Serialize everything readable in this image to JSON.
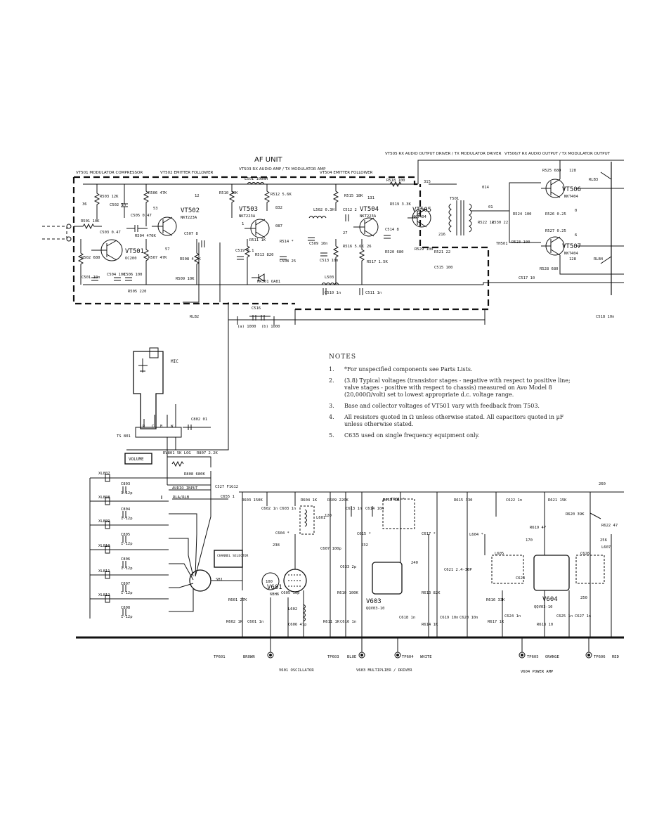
{
  "unit": {
    "title": "AF UNIT",
    "vt501_heading": "VT501 MODULATOR COMPRESSOR",
    "vt502_heading": "VT502 EMITTER FOLLOWER",
    "vt503_heading": "VT503  RX AUDIO AMP / TX MODULATOR AMP",
    "vt504_heading": "VT504 EMITTER FOLLOWER",
    "vt505_heading": "VT505  RX AUDIO OUTPUT DRIVER / TX MODULATOR DRIVER",
    "vt5067_heading": "VT506/7  RX AUDIO OUTPUT / TX MODULATOR OUTPUT"
  },
  "transistors": [
    {
      "ref": "VT501",
      "type": "OC200"
    },
    {
      "ref": "VT502",
      "type": "NKT223A"
    },
    {
      "ref": "VT503",
      "type": "NKT223A"
    },
    {
      "ref": "VT504",
      "type": "NKT223A"
    },
    {
      "ref": "VT505",
      "type": "NKT404"
    },
    {
      "ref": "VT506",
      "type": "NKT404"
    },
    {
      "ref": "VT507",
      "type": "NKT404"
    }
  ],
  "af_parts": [
    "R503 12K",
    "C502 1n",
    "R501 10K",
    "C503 0.47",
    "R502 680",
    "C501 10n",
    "R506 47K",
    "C505 0.47",
    "R504 470K",
    "R507 47K",
    "C504 100",
    "C506 100",
    "R505 220",
    "R509 10K",
    "R508 4.7K",
    "C507 8",
    "R510 10K",
    "L501 100mH",
    "R512 5.6K",
    "R511 1K",
    "R514 *",
    "R513 820",
    "C508 25",
    "C519 0.1",
    "MR501 OA81",
    "L502 0.3H",
    "C509 10n",
    "C513 10n",
    "C512 2",
    "R515 18K",
    "R516 5.6K",
    "R517 1.5K",
    "R518 100",
    "R519 3.3K",
    "C514 8",
    "R520 680",
    "R529 100",
    "R521 22",
    "C515 100",
    "T501",
    "R522 12",
    "R530 22",
    "TH501",
    "R523 100",
    "R524 100",
    "R525 680",
    "R526 0.25",
    "R527 0.25",
    "R528 680",
    "C517 10",
    "C518 10n",
    "L503",
    "C510 1n",
    "C511 1n",
    "C516",
    "RLB3",
    "RLB4",
    "RLB2"
  ],
  "test_voltages": [
    "36",
    "53",
    "57",
    "12",
    "1",
    "832",
    "087",
    "131",
    "27",
    "26",
    "315",
    "014",
    "01",
    "216",
    "128",
    "0",
    "6",
    "128",
    "260",
    "238",
    "120",
    "232",
    "240",
    "170",
    "256",
    "250",
    "100"
  ],
  "mic": {
    "label": "MIC",
    "ts": "TS 801",
    "volume": "VOLUME",
    "pins": [
      "R",
      "C",
      "B",
      "W"
    ]
  },
  "audio_input": {
    "c802": "C802 01",
    "rv801": "RV801 5K LOG",
    "r807": "R807 2.2K",
    "r808": "R808 680K",
    "label": "AUDIO INPUT",
    "rla": "RLA/RLB",
    "c327": "C327 F1G12",
    "c516a": "(a) 1000",
    "c516b": "(b) 1000"
  },
  "crystals": [
    {
      "xl": "XL807",
      "c": "C803",
      "v": "1-12p"
    },
    {
      "xl": "XL808",
      "c": "C804",
      "v": "1-12p"
    },
    {
      "xl": "XL809",
      "c": "C805",
      "v": "1-12p"
    },
    {
      "xl": "XL810",
      "c": "C806",
      "v": "1-12p"
    },
    {
      "xl": "XL811",
      "c": "C807",
      "v": "1-12p"
    },
    {
      "xl": "XL812",
      "c": "C808",
      "v": "1-12p"
    }
  ],
  "channel_selector": {
    "label": "CHANNEL SELECTOR",
    "switch": "SB1"
  },
  "valves": [
    {
      "ref": "V601",
      "type": "6BH6"
    },
    {
      "ref": "V603",
      "type": "QQV03-10"
    },
    {
      "ref": "V604",
      "type": "QQV03-10"
    }
  ],
  "rf_parts": [
    "C655 1",
    "R603 150K",
    "C602 1n",
    "C603 1n",
    "R604 1K",
    "C604 *",
    "L601",
    "R601 27K",
    "C605 10p",
    "R602 1K",
    "C601 1n",
    "C606 47p",
    "L602",
    "C607 100p",
    "R609 220K",
    "C613 1n",
    "C614 10n",
    "R612 1K",
    "T601 *",
    "C615 *",
    "C617 *",
    "C633 2p",
    "R610 100K",
    "R611 1K",
    "C616 1n",
    "C618 1n",
    "R614 1K",
    "C619 10n",
    "C620 10n",
    "R613 82K",
    "R615 330",
    "C621 2.4-30P",
    "L604 *",
    "C622 1n",
    "R621 15K",
    "R620 39K",
    "R619 47",
    "L605",
    "C623",
    "C626",
    "R622 47",
    "L607",
    "R616 33K",
    "R617 1K",
    "C624 1n",
    "R618 10",
    "C625 1n",
    "C627 1n"
  ],
  "test_points": [
    {
      "id": "TP601",
      "color": "BROWN"
    },
    {
      "id": "TP603",
      "color": "BLUE"
    },
    {
      "id": "TP604",
      "color": "WHITE"
    },
    {
      "id": "TP605",
      "color": "ORANGE"
    },
    {
      "id": "TP606",
      "color": "RED"
    }
  ],
  "stage_labels": {
    "v601": "V601 OSCILLATOR",
    "v603": "V603 MULTIPLIER / DRIVER",
    "v604": "V604 POWER AMP"
  },
  "notes": {
    "heading": "NOTES",
    "items": [
      {
        "num": "1.",
        "text": "*For unspecified components see Parts Lists."
      },
      {
        "num": "2.",
        "text": "(3.8) Typical voltages (transistor stages - negative with respect to positive line; valve stages - positive with respect to chassis) measured on Avo Model 8 (20,000Ω/volt) set to lowest appropriate d.c. voltage range."
      },
      {
        "num": "3.",
        "text": "Base and collector voltages of VT501 vary with feedback from T503."
      },
      {
        "num": "4.",
        "text": "All resistors quoted in Ω unless otherwise stated.  All capacitors quoted in µF unless otherwise stated."
      },
      {
        "num": "5.",
        "text": "C635 used on single frequency equipment only."
      }
    ]
  }
}
